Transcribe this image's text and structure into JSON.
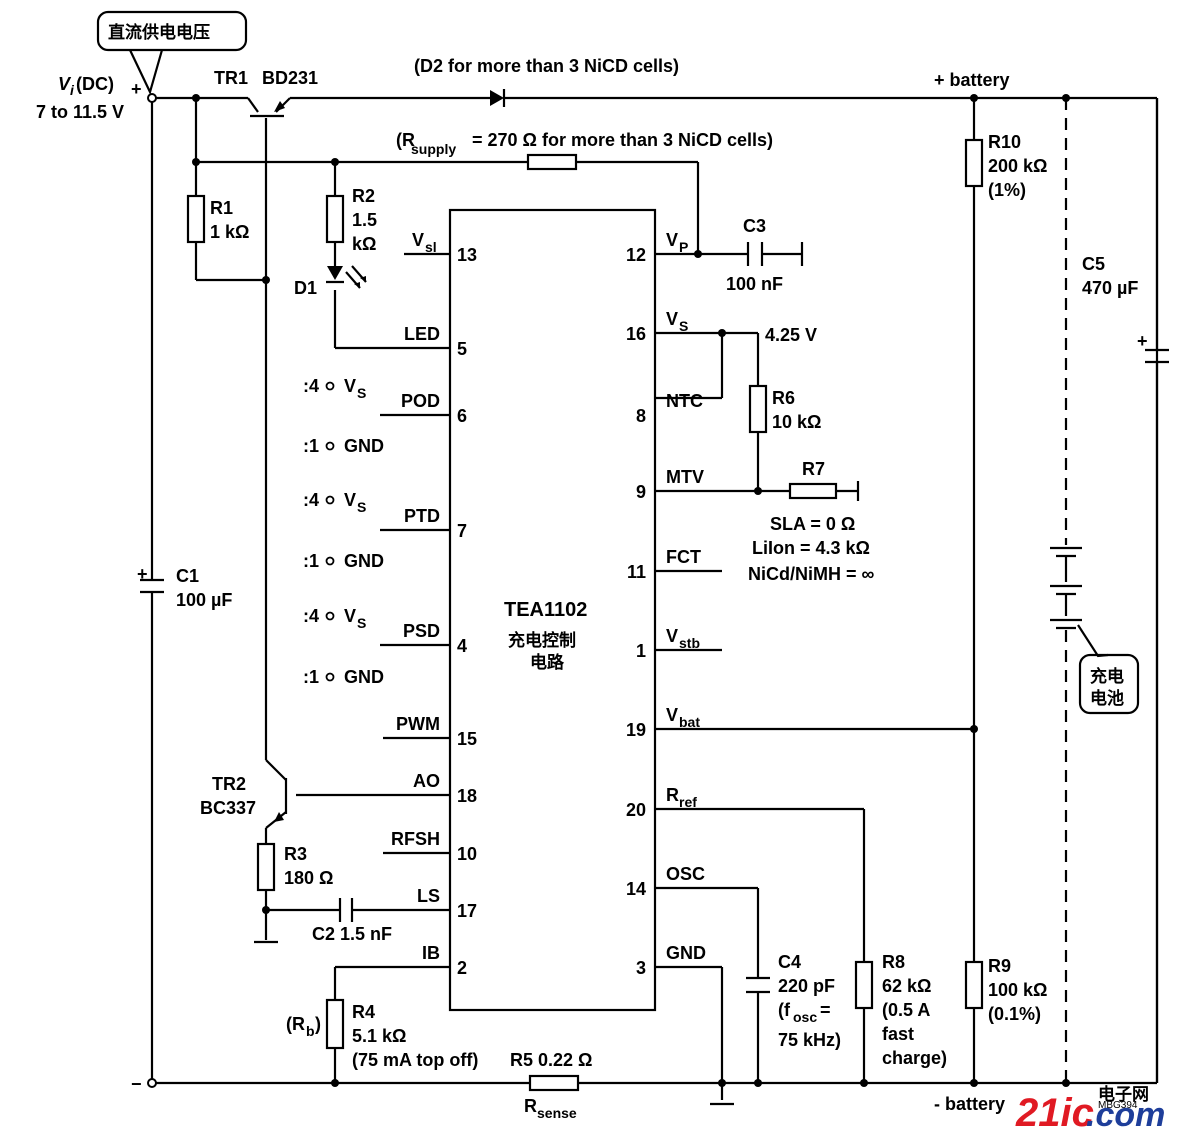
{
  "callouts": {
    "supply_label": "直流供电电压",
    "battery_label": "充电电池"
  },
  "input": {
    "vi": "V",
    "vi_sub": "i",
    "vi_dc": "(DC)",
    "range": "7 to 11.5 V",
    "plus": "+",
    "minus": "−"
  },
  "notes": {
    "d2": "(D2 for more than 3 NiCD cells)",
    "rsupply_r": "(R",
    "rsupply_sub": "supply",
    "rsupply_rest": " = 270 Ω for more than 3 NiCD cells)",
    "pos_batt": "+ battery",
    "neg_batt": "- battery",
    "vs_volt": "4.25 V",
    "r7_sla": "SLA = 0 Ω",
    "r7_liion": "LiIon = 4.3 kΩ",
    "r7_nicd": "NiCd/NiMH = ∞"
  },
  "components": {
    "tr1": [
      "TR1",
      "BD231"
    ],
    "tr2": [
      "TR2",
      "BC337"
    ],
    "r1": [
      "R1",
      "1 kΩ"
    ],
    "r2": [
      "R2",
      "1.5",
      "kΩ"
    ],
    "d1": "D1",
    "c1": [
      "C1",
      "100 µF"
    ],
    "c3": [
      "C3",
      "100 nF"
    ],
    "c5": [
      "C5",
      "470 µF"
    ],
    "r10": [
      "R10",
      "200 kΩ",
      "(1%)"
    ],
    "r6": [
      "R6",
      "10 kΩ"
    ],
    "r7": "R7",
    "r3": [
      "R3",
      "180 Ω"
    ],
    "c2": "C2  1.5 nF",
    "r4": [
      "R4",
      "5.1 kΩ",
      "(75 mA top off)"
    ],
    "rb": [
      "(R",
      "b",
      ")"
    ],
    "r5": "R5  0.22 Ω",
    "rsense": [
      "R",
      "sense"
    ],
    "c4": [
      "C4",
      "220 pF"
    ],
    "c4_fosc": [
      "(f",
      "osc",
      " ="
    ],
    "c4_khz": "75 kHz)",
    "r8": [
      "R8",
      "62 kΩ",
      "(0.5 A",
      "fast",
      "charge)"
    ],
    "r9": [
      "R9",
      "100 kΩ",
      "(0.1%)"
    ]
  },
  "ic": {
    "name": "TEA1102",
    "desc": [
      "充电控制",
      "电路"
    ],
    "left_pins": [
      {
        "label": "V",
        "sub": "sl",
        "num": "13"
      },
      {
        "label": "LED",
        "sub": "",
        "num": "5"
      },
      {
        "label": "POD",
        "sub": "",
        "num": "6"
      },
      {
        "label": "PTD",
        "sub": "",
        "num": "7"
      },
      {
        "label": "PSD",
        "sub": "",
        "num": "4"
      },
      {
        "label": "PWM",
        "sub": "",
        "num": "15"
      },
      {
        "label": "AO",
        "sub": "",
        "num": "18"
      },
      {
        "label": "RFSH",
        "sub": "",
        "num": "10"
      },
      {
        "label": "LS",
        "sub": "",
        "num": "17"
      },
      {
        "label": "IB",
        "sub": "",
        "num": "2"
      }
    ],
    "right_pins": [
      {
        "label": "V",
        "sub": "P",
        "num": "12"
      },
      {
        "label": "V",
        "sub": "S",
        "num": "16"
      },
      {
        "label": "NTC",
        "sub": "",
        "num": "8"
      },
      {
        "label": "MTV",
        "sub": "",
        "num": "9"
      },
      {
        "label": "FCT",
        "sub": "",
        "num": "11"
      },
      {
        "label": "V",
        "sub": "stb",
        "num": "1"
      },
      {
        "label": "V",
        "sub": "bat",
        "num": "19"
      },
      {
        "label": "R",
        "sub": "ref",
        "num": "20"
      },
      {
        "label": "OSC",
        "sub": "",
        "num": "14"
      },
      {
        "label": "GND",
        "sub": "",
        "num": "3"
      }
    ]
  },
  "options": {
    "four": ":4",
    "one": ":1",
    "vs": "V",
    "vs_sub": "S",
    "gnd": "GND"
  },
  "watermark": {
    "text1": "21ic",
    "text2": ".com",
    "text3": "电子网",
    "code": "MBG394"
  }
}
